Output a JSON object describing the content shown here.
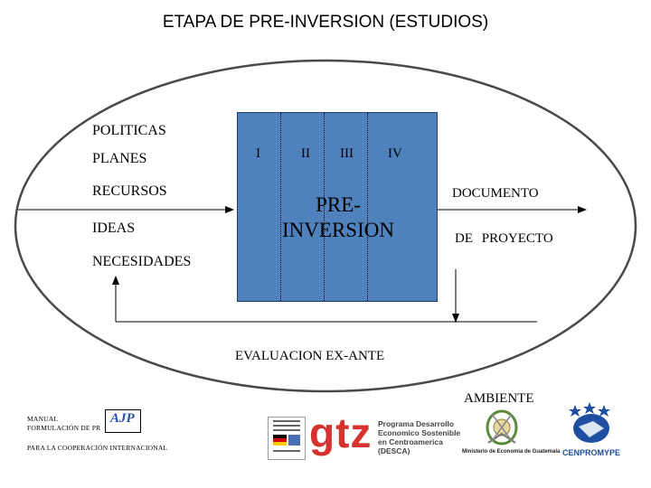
{
  "title": "ETAPA DE PRE-INVERSION (ESTUDIOS)",
  "inputs": {
    "politicas": "POLITICAS",
    "planes": "PLANES",
    "recursos": "RECURSOS",
    "ideas": "IDEAS",
    "necesidades": "NECESIDADES"
  },
  "center": {
    "phases": [
      "I",
      "II",
      "III",
      "IV"
    ],
    "label_line1": "PRE-",
    "label_line2": "INVERSION",
    "fill_color": "#4f81bd"
  },
  "outputs": {
    "documento": "DOCUMENTO",
    "proyecto": "DE PROYECTO"
  },
  "evaluation": "EVALUACION EX-ANTE",
  "environment": "AMBIENTE",
  "footer": {
    "manual_line1": "MANUAL",
    "manual_line2": "FORMULACIÓN DE PR",
    "manual_line3": "PARA LA COOPERACIÓN INTERNACIONAL",
    "logo_ajp": "AJP",
    "logo_gtz": "gtz",
    "program_line1": "Programa Desarrollo",
    "program_line2": "Economico Sostenible",
    "program_line3": "en Centroamerica",
    "program_line4": "(DESCA)",
    "ministry": "Ministerio de Economia de Guatemala",
    "cenpromype": "CENPROMYPE"
  }
}
